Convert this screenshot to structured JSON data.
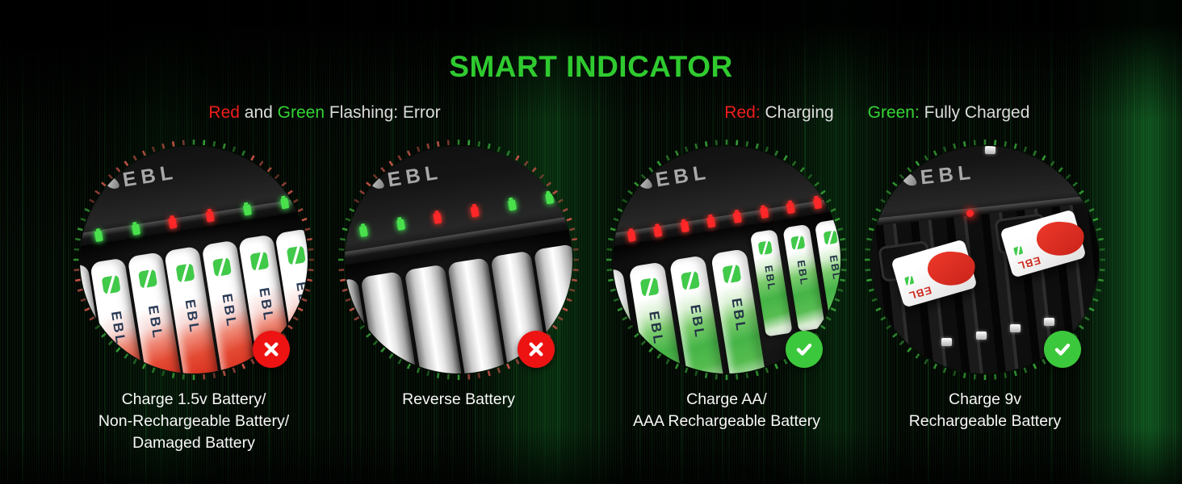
{
  "title": "SMART INDICATOR",
  "brand": "EBL",
  "legends": {
    "error": {
      "red_word": "Red",
      "and_word": " and ",
      "green_word": "Green",
      "rest": " Flashing: Error"
    },
    "charging": {
      "label": "Red:",
      "text": " Charging"
    },
    "charged": {
      "label": "Green:",
      "text": " Fully Charged"
    }
  },
  "colors": {
    "title_green": "#2fca2f",
    "legend_red": "#f01e1c",
    "legend_green": "#35d435",
    "tick_green": "#35a035",
    "tick_red": "#c95549",
    "badge_red": "#ed1313",
    "badge_green": "#3cc83c",
    "light_red": "#ff2727",
    "light_green": "#49e04c"
  },
  "ring_pattern": [
    "r",
    "r",
    "r",
    "g",
    "g",
    "r",
    "g",
    "r",
    "r",
    "g",
    "r",
    "r"
  ],
  "circles": [
    {
      "name": "charge-1-5v-error",
      "ring": "mixed",
      "badge": "error",
      "lights": [
        "green",
        "green",
        "red",
        "red",
        "green",
        "green"
      ],
      "battery_row": [
        "aa-red",
        "aa-red",
        "aa-red",
        "aa-red",
        "aa-red",
        "aa-red",
        "aa-red"
      ],
      "caption": [
        "Charge 1.5v Battery/",
        "Non-Rechargeable Battery/",
        "Damaged Battery"
      ]
    },
    {
      "name": "reverse-battery-error",
      "ring": "mixed",
      "badge": "error",
      "lights": [
        "green",
        "green",
        "red",
        "red",
        "green",
        "green"
      ],
      "battery_row": [
        "plain",
        "plain",
        "plain",
        "plain",
        "plain",
        "plain"
      ],
      "caption": [
        "Reverse Battery"
      ]
    },
    {
      "name": "charge-aa-aaa-ok",
      "ring": "green",
      "badge": "ok",
      "lights": [
        "red",
        "red",
        "red",
        "red",
        "red",
        "red",
        "red",
        "red"
      ],
      "battery_row": [
        "aa-green",
        "aa-green",
        "aa-green",
        "aa-green",
        "aaa-green",
        "aaa-green",
        "aaa-green"
      ],
      "caption": [
        "Charge AA/",
        "AAA Rechargeable Battery"
      ]
    },
    {
      "name": "charge-9v-ok",
      "ring": "green",
      "badge": "ok",
      "lights": [
        "red"
      ],
      "battery_row": [],
      "caption": [
        "Charge 9v",
        "Rechargeable Battery"
      ]
    }
  ]
}
